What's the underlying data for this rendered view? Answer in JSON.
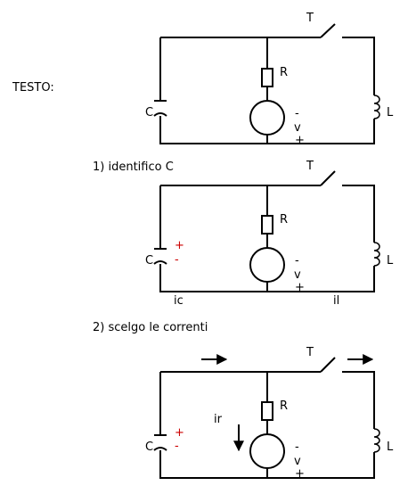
{
  "labels": {
    "testo": "TESTO:",
    "step1": "1) identifico C",
    "step2": "2) scelgo le correnti"
  },
  "circuit": {
    "switch": "T",
    "resistor": "R",
    "capacitor": "C",
    "inductor": "L",
    "source_top": "-",
    "source_mid": "v",
    "source_bottom": "+",
    "cap_plus": "+",
    "cap_minus": "-",
    "current_c": "ic",
    "current_l": "il",
    "current_r": "ir"
  },
  "colors": {
    "wire": "#000000",
    "polarity": "#cc0000"
  }
}
